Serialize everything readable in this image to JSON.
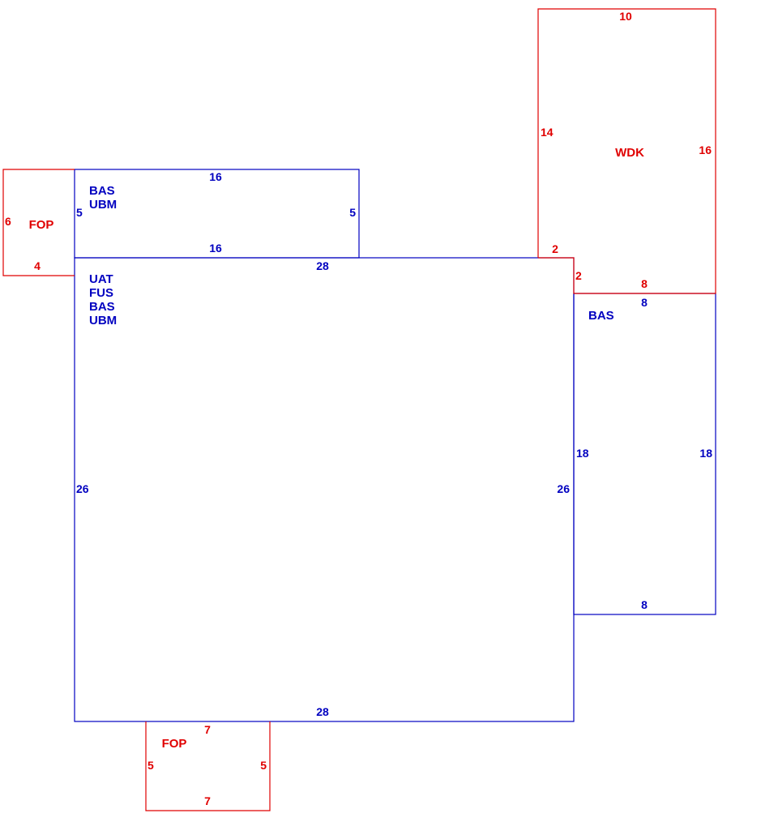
{
  "colors": {
    "living": "#0000c0",
    "exterior": "#e00000"
  },
  "main_area": {
    "codes": [
      "UAT",
      "FUS",
      "BAS",
      "UBM"
    ],
    "dims": {
      "top": "28",
      "bottom": "28",
      "left": "26",
      "right": "26"
    }
  },
  "upper_addition": {
    "codes": [
      "BAS",
      "UBM"
    ],
    "dims": {
      "top": "16",
      "bottom": "16",
      "left": "5",
      "right": "5"
    }
  },
  "right_addition": {
    "codes": [
      "BAS"
    ],
    "dims": {
      "top": "8",
      "bottom": "8",
      "left": "18",
      "right": "18"
    }
  },
  "deck": {
    "code": "WDK",
    "dims": {
      "top": "10",
      "left": "14",
      "right": "16",
      "step_horizontal": "2",
      "step_vertical": "2",
      "bottom": "8"
    }
  },
  "porch_left": {
    "code": "FOP",
    "dims": {
      "left": "6",
      "bottom": "4"
    }
  },
  "porch_bottom": {
    "code": "FOP",
    "dims": {
      "top": "7",
      "bottom": "7",
      "left": "5",
      "right": "5"
    }
  }
}
